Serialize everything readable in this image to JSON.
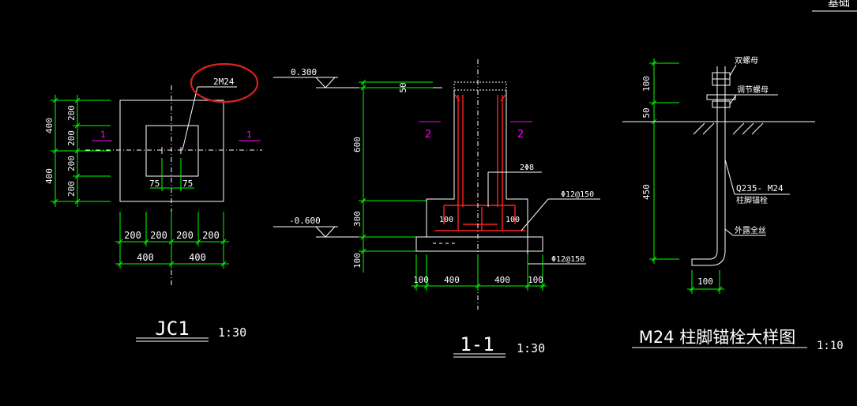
{
  "colors": {
    "background": "#000000",
    "lines": "#ffffff",
    "dimensions": "#00ff00",
    "rebar": "#ff2020",
    "section_marks": "#ff00ff",
    "highlight_circle": "#e02020"
  },
  "header_fragment": "基础",
  "plan": {
    "title": "JC1",
    "scale": "1:30",
    "bolt_label": "2M24",
    "section_mark": "1",
    "left_dims": [
      "200",
      "200",
      "200",
      "200"
    ],
    "left_totals": [
      "400",
      "400"
    ],
    "bottom_dims": [
      "200",
      "200",
      "200",
      "200"
    ],
    "bottom_totals": [
      "400",
      "400"
    ],
    "bolt_spacing": [
      "75",
      "75"
    ]
  },
  "section": {
    "title": "1-1",
    "scale": "1:30",
    "elev_top": "0.300",
    "elev_bottom": "-0.600",
    "left_dims": [
      "50",
      "600",
      "300",
      "100"
    ],
    "section_mark": "2",
    "stirrup": "2Φ8",
    "rebar_top": "Φ12@150",
    "rebar_bottom": "Φ12@150",
    "inner_dims": [
      "100",
      "100"
    ],
    "bottom_dims": [
      "100",
      "400",
      "400",
      "100"
    ]
  },
  "bolt": {
    "title": "M24 柱脚锚栓大样图",
    "scale": "1:10",
    "dims": [
      "100",
      "50",
      "450"
    ],
    "bottom_dim": "100",
    "label_double_nut": "双螺母",
    "label_adjust_nut": "调节螺母",
    "label_material": "Q235- M24",
    "label_type": "柱脚锚栓",
    "label_thread": "外露全丝"
  }
}
